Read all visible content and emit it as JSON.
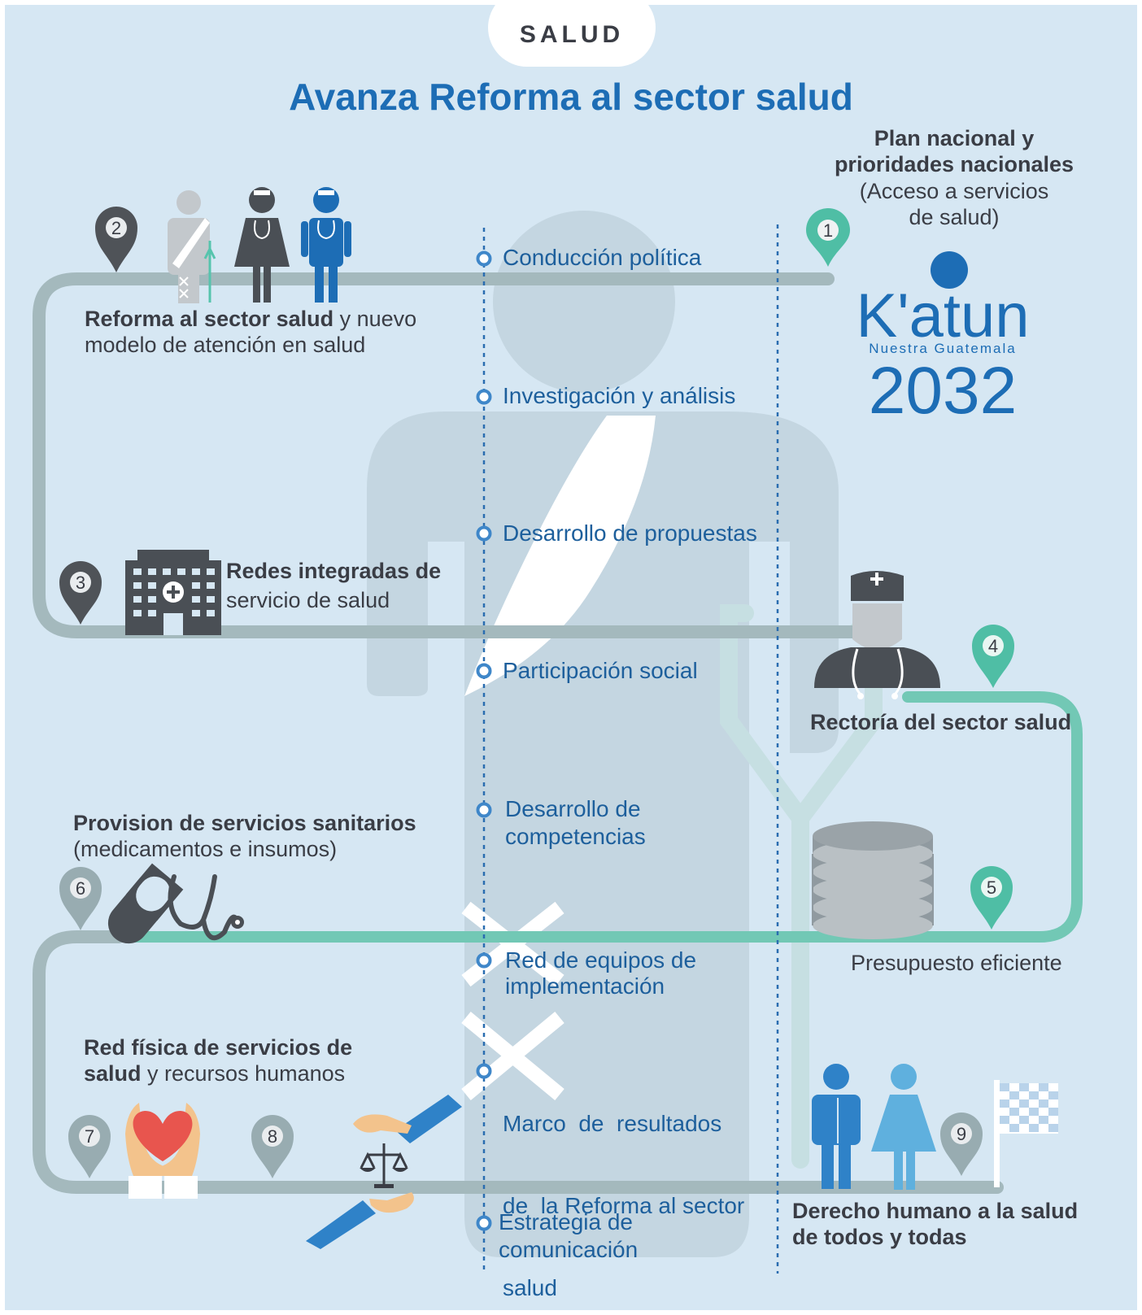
{
  "header": {
    "tab": "SALUD",
    "title": "Avanza Reforma al sector salud"
  },
  "colors": {
    "background": "#d6e7f3",
    "gray_path": "#a4b9bd",
    "teal_path": "#72c8b5",
    "blue_title": "#1d6db5",
    "dark_icon": "#4a4f55"
  },
  "milestones": [
    {
      "number": "1",
      "bold": "Plan nacional y prioridades nacionales",
      "text": "(Acceso a servicios de salud)"
    },
    {
      "number": "2",
      "bold": "Reforma al sector salud",
      "text": " y nuevo modelo de atención en salud"
    },
    {
      "number": "3",
      "bold": "Redes integradas de",
      "text": "servicio de salud"
    },
    {
      "number": "4",
      "bold": "Rectoría del sector salud",
      "text": ""
    },
    {
      "number": "5",
      "bold": "",
      "text": "Presupuesto eficiente"
    },
    {
      "number": "6",
      "bold": "Provision de servicios sanitarios",
      "text": "(medicamentos e insumos)"
    },
    {
      "number": "7",
      "bold": "Red física de servicios de salud",
      "text": "y recursos humanos"
    },
    {
      "number": "8",
      "bold": "",
      "text": ""
    },
    {
      "number": "9",
      "bold": "Derecho humano a la salud de todos y todas",
      "text": ""
    }
  ],
  "milestone_lines": {
    "m1_a": "Plan nacional y",
    "m1_b": "prioridades nacionales",
    "m1_c": "(Acceso a servicios",
    "m1_d": "de salud)",
    "m2_bold": "Reforma al sector salud",
    "m2_rest": " y nuevo",
    "m2_b": "modelo de atención en salud",
    "m3_a": "Redes integradas de",
    "m3_b": "servicio de salud",
    "m4": "Rectoría del sector salud",
    "m5": "Presupuesto eficiente",
    "m6_a": "Provision de servicios sanitarios",
    "m6_b": "(medicamentos e insumos)",
    "m7_a": "Red física de servicios de",
    "m7_bold": "salud",
    "m7_rest": " y recursos humanos",
    "m9_a": "Derecho humano a la salud",
    "m9_b": "de todos y todas"
  },
  "steps": [
    {
      "line1": "Conducción política",
      "line2": "",
      "line3": ""
    },
    {
      "line1": "Investigación y análisis",
      "line2": "",
      "line3": ""
    },
    {
      "line1": "Desarrollo de propuestas",
      "line2": "",
      "line3": ""
    },
    {
      "line1": "Participación social",
      "line2": "",
      "line3": ""
    },
    {
      "line1": "Desarrollo de",
      "line2": "competencias",
      "line3": ""
    },
    {
      "line1": "Red de equipos de",
      "line2": "implementación",
      "line3": ""
    },
    {
      "line1": "Marco  de  resultados",
      "line2": "de  la Reforma al sector",
      "line3": "salud"
    },
    {
      "line1": "Estrategia de",
      "line2": "comunicación",
      "line3": ""
    }
  ],
  "logo": {
    "name": "K'atun",
    "subtitle": "Nuestra Guatemala",
    "year": "2032"
  }
}
